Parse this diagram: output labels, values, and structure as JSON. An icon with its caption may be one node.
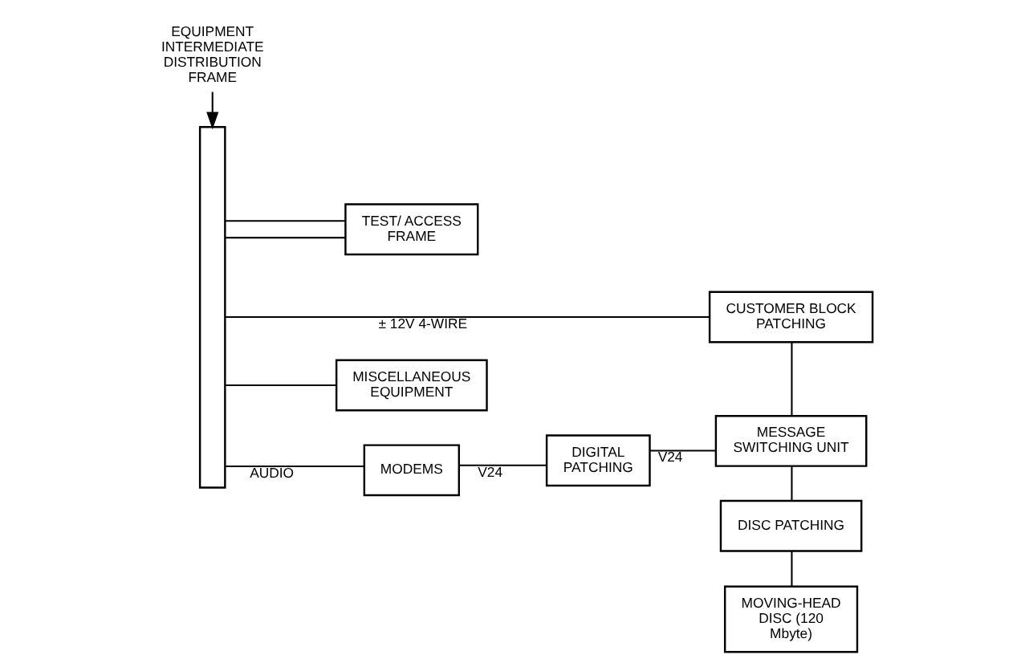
{
  "diagram": {
    "nodes": [
      {
        "text": [],
        "shape": "bar"
      },
      {
        "text": [
          "EQUIPMENT INTERMEDIATE DISTRIBUTION FRAME"
        ]
      },
      {
        "text": [
          "TEST/ ACCESS FRAME"
        ]
      },
      {
        "text": [
          "MODEMS"
        ]
      },
      {
        "text": [
          "MISCELLANEOUS EQUIPMENT"
        ]
      },
      {
        "text": [
          "DIGITAL PATCHING"
        ]
      },
      {
        "text": [
          "CUSTOMER BLOCK PATCHING"
        ]
      },
      {
        "text": [
          "MESSAGE SWITCHING UNIT"
        ]
      },
      {
        "text": [
          "DISC PATCHING"
        ]
      },
      {
        "text": [
          "MOVING-HEAD DISC (120 Mbyte)"
        ]
      }
    ],
    "edges": [
      {
        "from": 0,
        "to": 6,
        "arrow": "none",
        "label": "± 12V 4-WIRE"
      },
      {
        "from": 0,
        "to": 2,
        "arrow": "none"
      },
      {
        "from": 0,
        "to": 2,
        "arrow": "none"
      },
      {
        "from": 0,
        "to": 3,
        "arrow": "none",
        "label": "AUDIO"
      },
      {
        "from": 3,
        "to": 5,
        "arrow": "none",
        "label": "V24"
      },
      {
        "from": 5,
        "to": 7,
        "arrow": "none",
        "label": "V24"
      },
      {
        "from": 0,
        "to": 4,
        "arrow": "none"
      },
      {
        "from": 6,
        "to": 7,
        "arrow": "none"
      },
      {
        "from": 7,
        "to": 8,
        "arrow": "none"
      },
      {
        "from": 8,
        "to": 9,
        "arrow": "none"
      },
      {
        "from": 1,
        "to": 0,
        "arrow": "to"
      }
    ]
  }
}
